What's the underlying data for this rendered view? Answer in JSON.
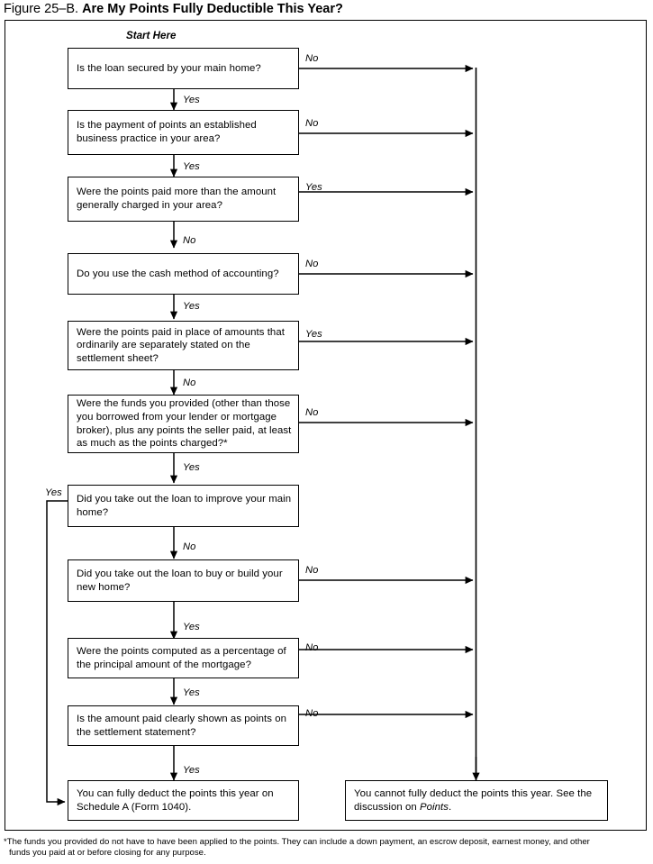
{
  "title": {
    "figure": "Figure 25–B.",
    "question": "Are My Points Fully Deductible This Year?"
  },
  "start_label": "Start Here",
  "nodes": [
    {
      "id": "q1",
      "text": "Is the loan secured by your main home?"
    },
    {
      "id": "q2",
      "text": "Is the payment of points an established business practice in your area?"
    },
    {
      "id": "q3",
      "text": "Were the points paid more than the amount generally charged in your area?"
    },
    {
      "id": "q4",
      "text": "Do you use the cash method of accounting?"
    },
    {
      "id": "q5",
      "text": "Were the points paid in place of amounts that ordinarily are separately stated on the settlement sheet?"
    },
    {
      "id": "q6",
      "text": "Were the funds you provided (other than those you borrowed from your lender or mortgage broker), plus any points the seller paid, at least as much as the points charged?*"
    },
    {
      "id": "q7",
      "text": "Did you take out the loan to improve your main home?"
    },
    {
      "id": "q8",
      "text": "Did you take out the loan to buy or build your new home?"
    },
    {
      "id": "q9",
      "text": "Were the points computed as a percentage of the principal amount of the mortgage?"
    },
    {
      "id": "q10",
      "text": "Is the amount paid clearly shown as points on the settlement statement?"
    },
    {
      "id": "yes-outcome",
      "text": "You can fully deduct the points this year on Schedule A (Form 1040)."
    },
    {
      "id": "no-outcome-pre",
      "text": "You cannot fully deduct the points this year. See the discussion on "
    },
    {
      "id": "no-outcome-em",
      "text": "Points"
    },
    {
      "id": "no-outcome-post",
      "text": "."
    }
  ],
  "edge_labels": {
    "q1_right": "No",
    "q1_down": "Yes",
    "q2_right": "No",
    "q2_down": "Yes",
    "q3_right": "Yes",
    "q3_down": "No",
    "q4_right": "No",
    "q4_down": "Yes",
    "q5_right": "Yes",
    "q5_down": "No",
    "q6_right": "No",
    "q6_down": "Yes",
    "q7_left": "Yes",
    "q7_down": "No",
    "q8_right": "No",
    "q8_down": "Yes",
    "q9_right": "No",
    "q9_down": "Yes",
    "q10_right": "No",
    "q10_down": "Yes"
  },
  "footnote": {
    "line1": "*The funds you provided do not have to have been applied to the points. They can include a down payment, an escrow deposit, earnest money, and other",
    "line2": "funds you paid at or before closing for any purpose."
  },
  "colors": {
    "ink": "#000000",
    "paper": "#ffffff"
  }
}
